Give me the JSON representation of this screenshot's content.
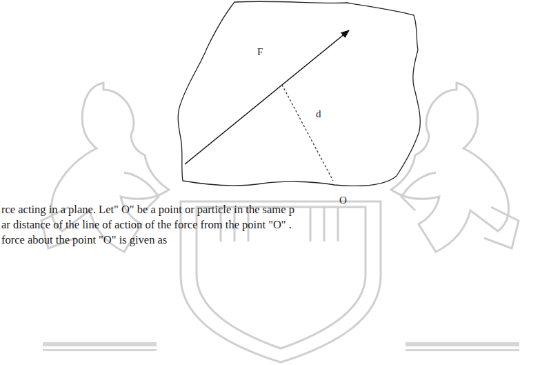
{
  "diagram": {
    "labels": [
      "F",
      "d",
      "O",
      "rce acting in a plane. Let\" O\" be a point or particle in the same p",
      "ar distance of the line of action of the force from the point \"O\" .",
      "force about the point \"O\" is given as"
    ]
  }
}
